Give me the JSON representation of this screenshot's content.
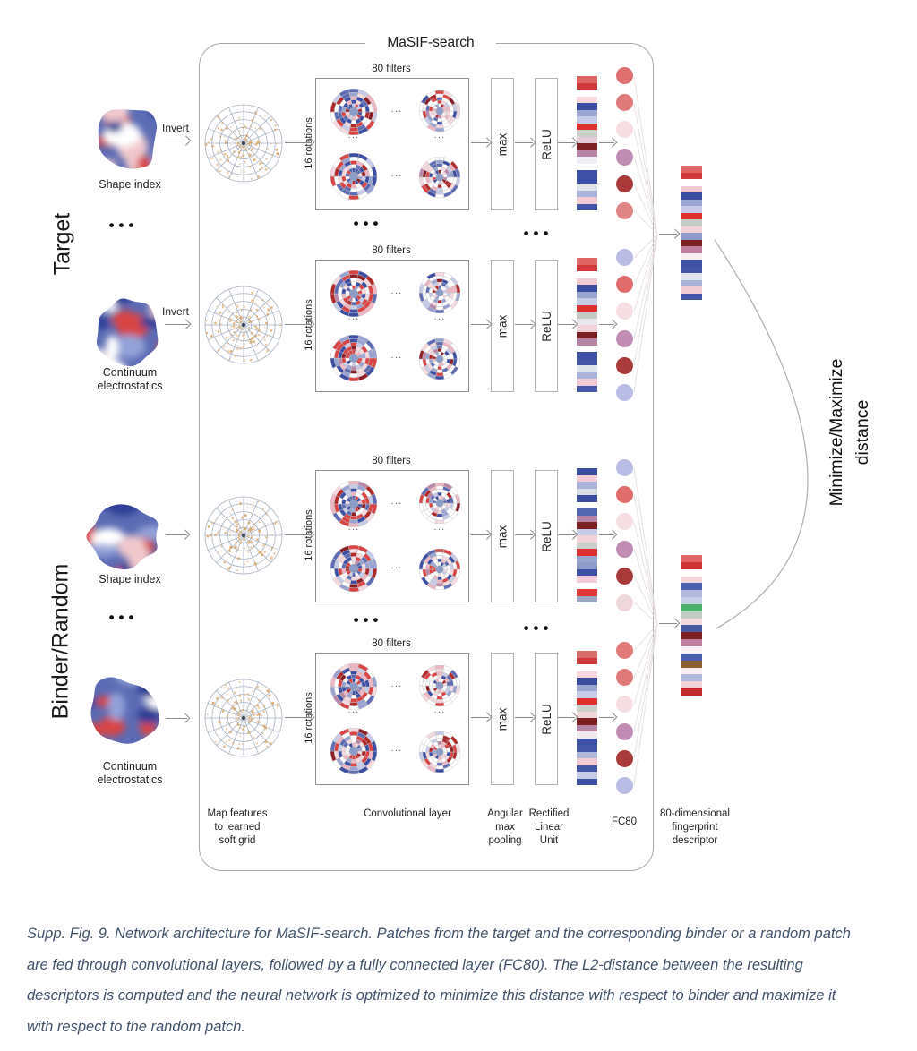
{
  "figure": {
    "box_title": "MaSIF-search",
    "ellipsis_big": "•••",
    "ellipsis_small": "···",
    "minmax": {
      "line1": "Minimize/Maximize",
      "line2": "distance"
    }
  },
  "left": {
    "target_label": "Target",
    "binder_label": "Binder/Random",
    "invert_label": "Invert",
    "shape_index_label": "Shape index",
    "continuum_line1": "Continuum",
    "continuum_line2": "electrostatics"
  },
  "rows": [
    {
      "filters_label": "80 filters",
      "rotations_label": "16 rotations",
      "max_label": "max",
      "relu_label": "ReLU",
      "bar": [
        "#e06565",
        "#d03a3a",
        "#ffffff",
        "#f6d7db",
        "#3b4da0",
        "#9aa5d0",
        "#c6cbe7",
        "#df2f2f",
        "#c9cfc9",
        "#e3ccd8",
        "#7c2023",
        "#b583a3",
        "#eef0f5",
        "#ffffff",
        "#3f51a5",
        "#3a4fa8",
        "#dfe3ea",
        "#aab4da",
        "#f2ccd4",
        "#4356a8"
      ],
      "dots": [
        "#df6f6f",
        "#df7b7b",
        "#f6dee3",
        "#c08cb4",
        "#a93a3a",
        "#e08585"
      ]
    },
    {
      "filters_label": "80 filters",
      "rotations_label": "16 rotations",
      "max_label": "max",
      "relu_label": "ReLU",
      "bar": [
        "#e06565",
        "#d03a3a",
        "#ffffff",
        "#f0ccd2",
        "#3b4da0",
        "#9aa5d0",
        "#c6cbe7",
        "#df2f2f",
        "#c2cac3",
        "#e8e8ee",
        "#f1d2d8",
        "#7c2023",
        "#b583a3",
        "#ffffff",
        "#3f51a5",
        "#4356a8",
        "#dfe3ea",
        "#aab4da",
        "#f2ccd4",
        "#4356a8"
      ],
      "dots": [
        "#b9bce4",
        "#e06c6c",
        "#f6dee3",
        "#c08cb4",
        "#a93a3a",
        "#b9bce4"
      ]
    },
    {
      "filters_label": "80 filters",
      "rotations_label": "16 rotations",
      "max_label": "max",
      "relu_label": "ReLU",
      "bar": [
        "#3b4da0",
        "#f1ccd4",
        "#aab4da",
        "#d9dde2",
        "#3b4da0",
        "#ffffff",
        "#5566b0",
        "#b583a3",
        "#7c2023",
        "#c6cbe7",
        "#f1d2d8",
        "#c9cfc9",
        "#df2f2f",
        "#9aa5d0",
        "#8f9bc8",
        "#3f51a5",
        "#f2ccd4",
        "#ffffff",
        "#e03636",
        "#9aa5c2"
      ],
      "dots": [
        "#b9bce4",
        "#e06c6c",
        "#f6dee3",
        "#c08cb4",
        "#a93a3a",
        "#f0d7dc"
      ]
    },
    {
      "filters_label": "80 filters",
      "rotations_label": "16 rotations",
      "max_label": "max",
      "relu_label": "ReLU",
      "bar": [
        "#d96b6b",
        "#d03a3a",
        "#ffffff",
        "#f6d7db",
        "#3b4da0",
        "#9aa5d0",
        "#c6cbe7",
        "#df2f2f",
        "#c9cfc9",
        "#f1d7da",
        "#7c2023",
        "#b583a3",
        "#efe9ee",
        "#3f51a5",
        "#4356a8",
        "#b0b8dc",
        "#f2ccd4",
        "#4356a8",
        "#c6cbe7",
        "#3f51a5"
      ],
      "dots": [
        "#e07a7a",
        "#e07a7a",
        "#f6dee3",
        "#c08cb4",
        "#a93a3a",
        "#b9bce4"
      ]
    }
  ],
  "combined": {
    "target_bar": [
      "#e06565",
      "#d03a3a",
      "#ffffff",
      "#f0ccd2",
      "#3b4da0",
      "#9aa5d0",
      "#c6cbe7",
      "#df2f2f",
      "#c5cbc7",
      "#f1d2d8",
      "#8e99cc",
      "#7c2023",
      "#c17f9f",
      "#f5eef2",
      "#3f51a5",
      "#4356a8",
      "#dfe3ea",
      "#aab4da",
      "#f2ccd4",
      "#4356a8"
    ],
    "binder_bar": [
      "#e06565",
      "#cf3434",
      "#ffffff",
      "#f1d5da",
      "#4a5fae",
      "#b3badc",
      "#c8cde8",
      "#4caf6b",
      "#c3cbc6",
      "#f3d9dd",
      "#4a5a9e",
      "#7c2022",
      "#c17f9f",
      "#f7f2f5",
      "#4a5fae",
      "#8d6032",
      "#f8eef1",
      "#b0b8dc",
      "#f2d3da",
      "#c32a2e"
    ]
  },
  "bottom_labels": {
    "map_features": [
      "Map features",
      "to learned",
      "soft grid"
    ],
    "conv": "Convolutional layer",
    "pool": [
      "Angular",
      "max",
      "pooling"
    ],
    "relu": [
      "Rectified",
      "Linear",
      "Unit"
    ],
    "fc": "FC80",
    "descriptor": [
      "80-dimensional",
      "fingerprint",
      "descriptor"
    ]
  },
  "caption": {
    "lines": [
      "Supp. Fig. 9. Network architecture for MaSIF-search. Patches from the target and the corresponding binder or a random patch",
      "are fed through convolutional layers, followed by a fully connected layer (FC80). The L2-distance between the resulting",
      "descriptors is computed and the neural network is optimized to minimize this distance with respect to binder and maximize it",
      "with respect to the random patch."
    ]
  },
  "palette": {
    "cell_colors": [
      "#3c4fa4",
      "#5e6cb4",
      "#98a3d2",
      "#c6cbe7",
      "#ffffff",
      "#f4d9de",
      "#edb6c2",
      "#d94343",
      "#b02828",
      "#8c1f25",
      "#b886a8"
    ],
    "cell_weights_rich": [
      14,
      10,
      9,
      7,
      12,
      12,
      7,
      15,
      7,
      4,
      3
    ],
    "cell_weights_light": [
      7,
      5,
      7,
      9,
      38,
      12,
      6,
      8,
      4,
      2,
      2
    ],
    "grid_line": "#a8b2c0",
    "grid_speck": "#d9a360",
    "blob_base": "#5c6cb4",
    "blob_spots": [
      "#d84545",
      "#ffffff",
      "#2e3f96",
      "#93a2d8",
      "#f0c8cc"
    ],
    "fan_line": "#e7e0e0",
    "arc": "#b8b2b2",
    "arrow": "#8a8a8a"
  }
}
